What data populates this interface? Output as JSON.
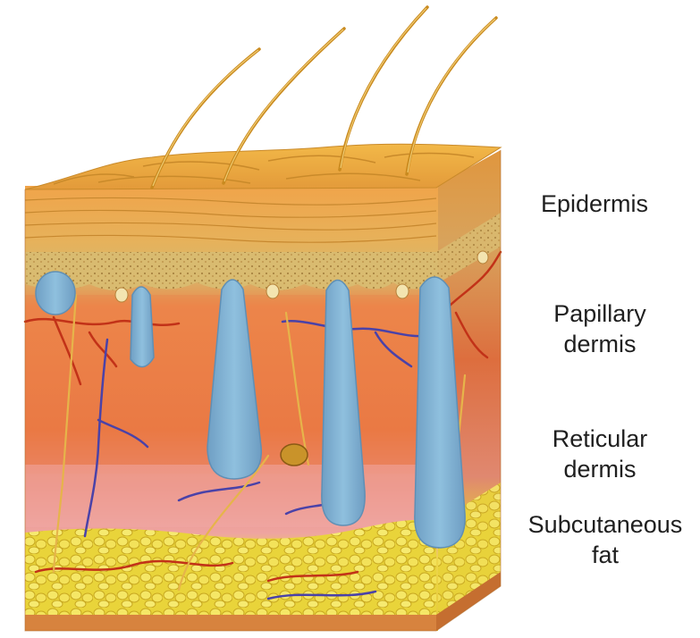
{
  "labels": {
    "epidermis": "Epidermis",
    "papillary": [
      "Papillary",
      "dermis"
    ],
    "reticular": [
      "Reticular",
      "dermis"
    ],
    "subcutaneous": [
      "Subcutaneous",
      "fat"
    ]
  },
  "colors": {
    "epidermis_surface": "#e9a93c",
    "papillary_dermis": "#d8bb72",
    "reticular_dermis": "#e97a45",
    "deep_dermis": "#e9a0a0",
    "subcutaneous_fat": "#ecdc3c",
    "filler_deposit": "#7fb1d0",
    "hair": "#c98a1f",
    "artery": "#c23218",
    "vein": "#4a42a8",
    "nerve": "#e9b84a"
  }
}
